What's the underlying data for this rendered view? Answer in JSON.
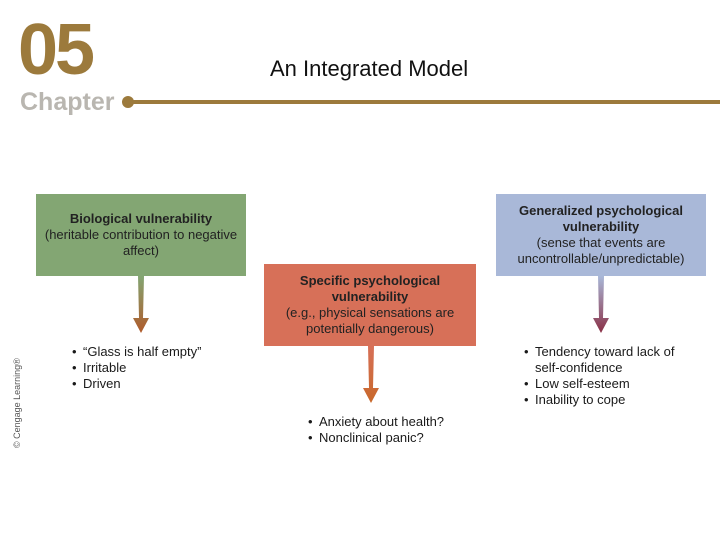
{
  "header": {
    "chapter_number": "05",
    "chapter_word": "Chapter",
    "title": "An Integrated Model"
  },
  "copyright": "© Cengage Learning®",
  "colors": {
    "accent": "#9c7a3c",
    "biological": "#83a673",
    "specific": "#d77058",
    "generalized": "#a9b8d8"
  },
  "boxes": {
    "biological": {
      "heading": "Biological vulnerability",
      "detail": "(heritable contribution to negative affect)",
      "items": [
        "“Glass is half empty”",
        "Irritable",
        "Driven"
      ]
    },
    "specific": {
      "heading": "Specific psychological vulnerability",
      "detail": "(e.g., physical sensations are potentially dangerous)",
      "items": [
        "Anxiety about health?",
        "Nonclinical panic?"
      ]
    },
    "generalized": {
      "heading": "Generalized psychological vulnerability",
      "detail": "(sense that events are uncontrollable/unpredictable)",
      "items": [
        "Tendency toward lack of self-confidence",
        "Low self-esteem",
        "Inability to cope"
      ]
    }
  }
}
